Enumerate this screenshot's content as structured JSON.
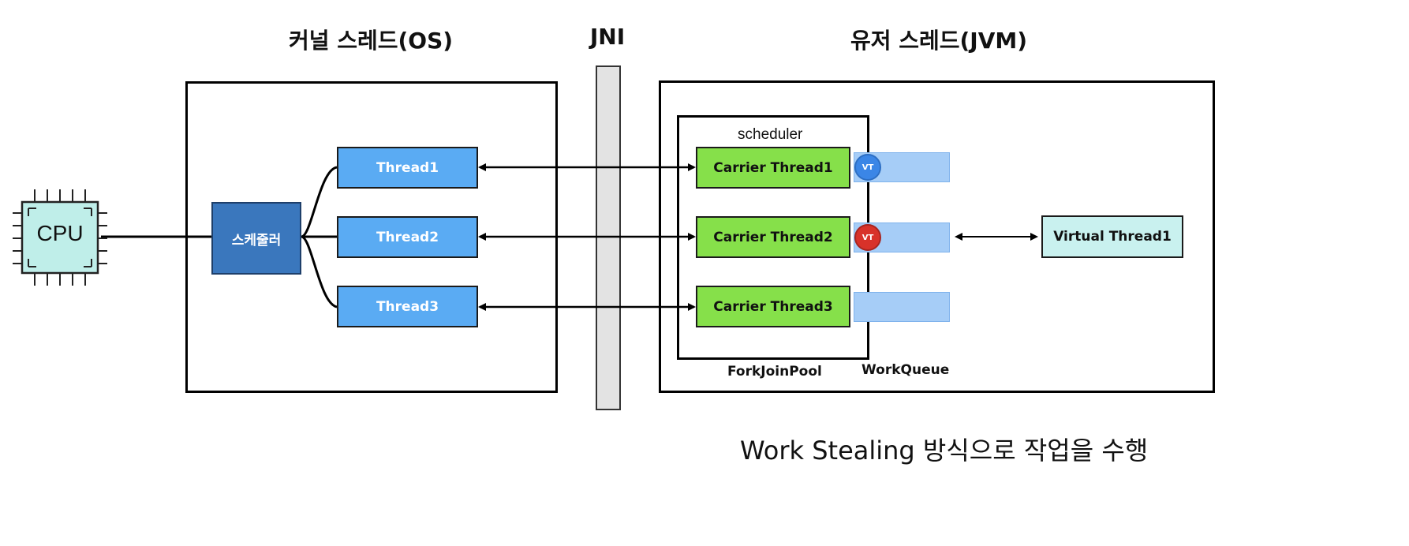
{
  "titles": {
    "kernel": "커널 스레드(OS)",
    "jni": "JNI",
    "user": "유저 스레드(JVM)"
  },
  "cpu": {
    "label": "CPU"
  },
  "scheduler": {
    "label": "스케줄러"
  },
  "os_threads": [
    "Thread1",
    "Thread2",
    "Thread3"
  ],
  "jvm": {
    "scheduler_caption": "scheduler",
    "carriers": [
      "Carrier Thread1",
      "Carrier Thread2",
      "Carrier Thread3"
    ],
    "forkjoin_label": "ForkJoinPool",
    "workqueue_label": "WorkQueue",
    "vt_badges": [
      {
        "label": "VT",
        "color": "#3b86e6"
      },
      {
        "label": "VT",
        "color": "#d8322a"
      }
    ],
    "virtual_thread": "Virtual Thread1"
  },
  "caption": "Work Stealing 방식으로 작업을 수행",
  "colors": {
    "thread": "#5aabf3",
    "carrier": "#86e04a",
    "virtual": "#c9f1ef",
    "scheduler": "#3a77bd",
    "queue": "#a6cdf7",
    "cpu": "#bfeee9"
  }
}
